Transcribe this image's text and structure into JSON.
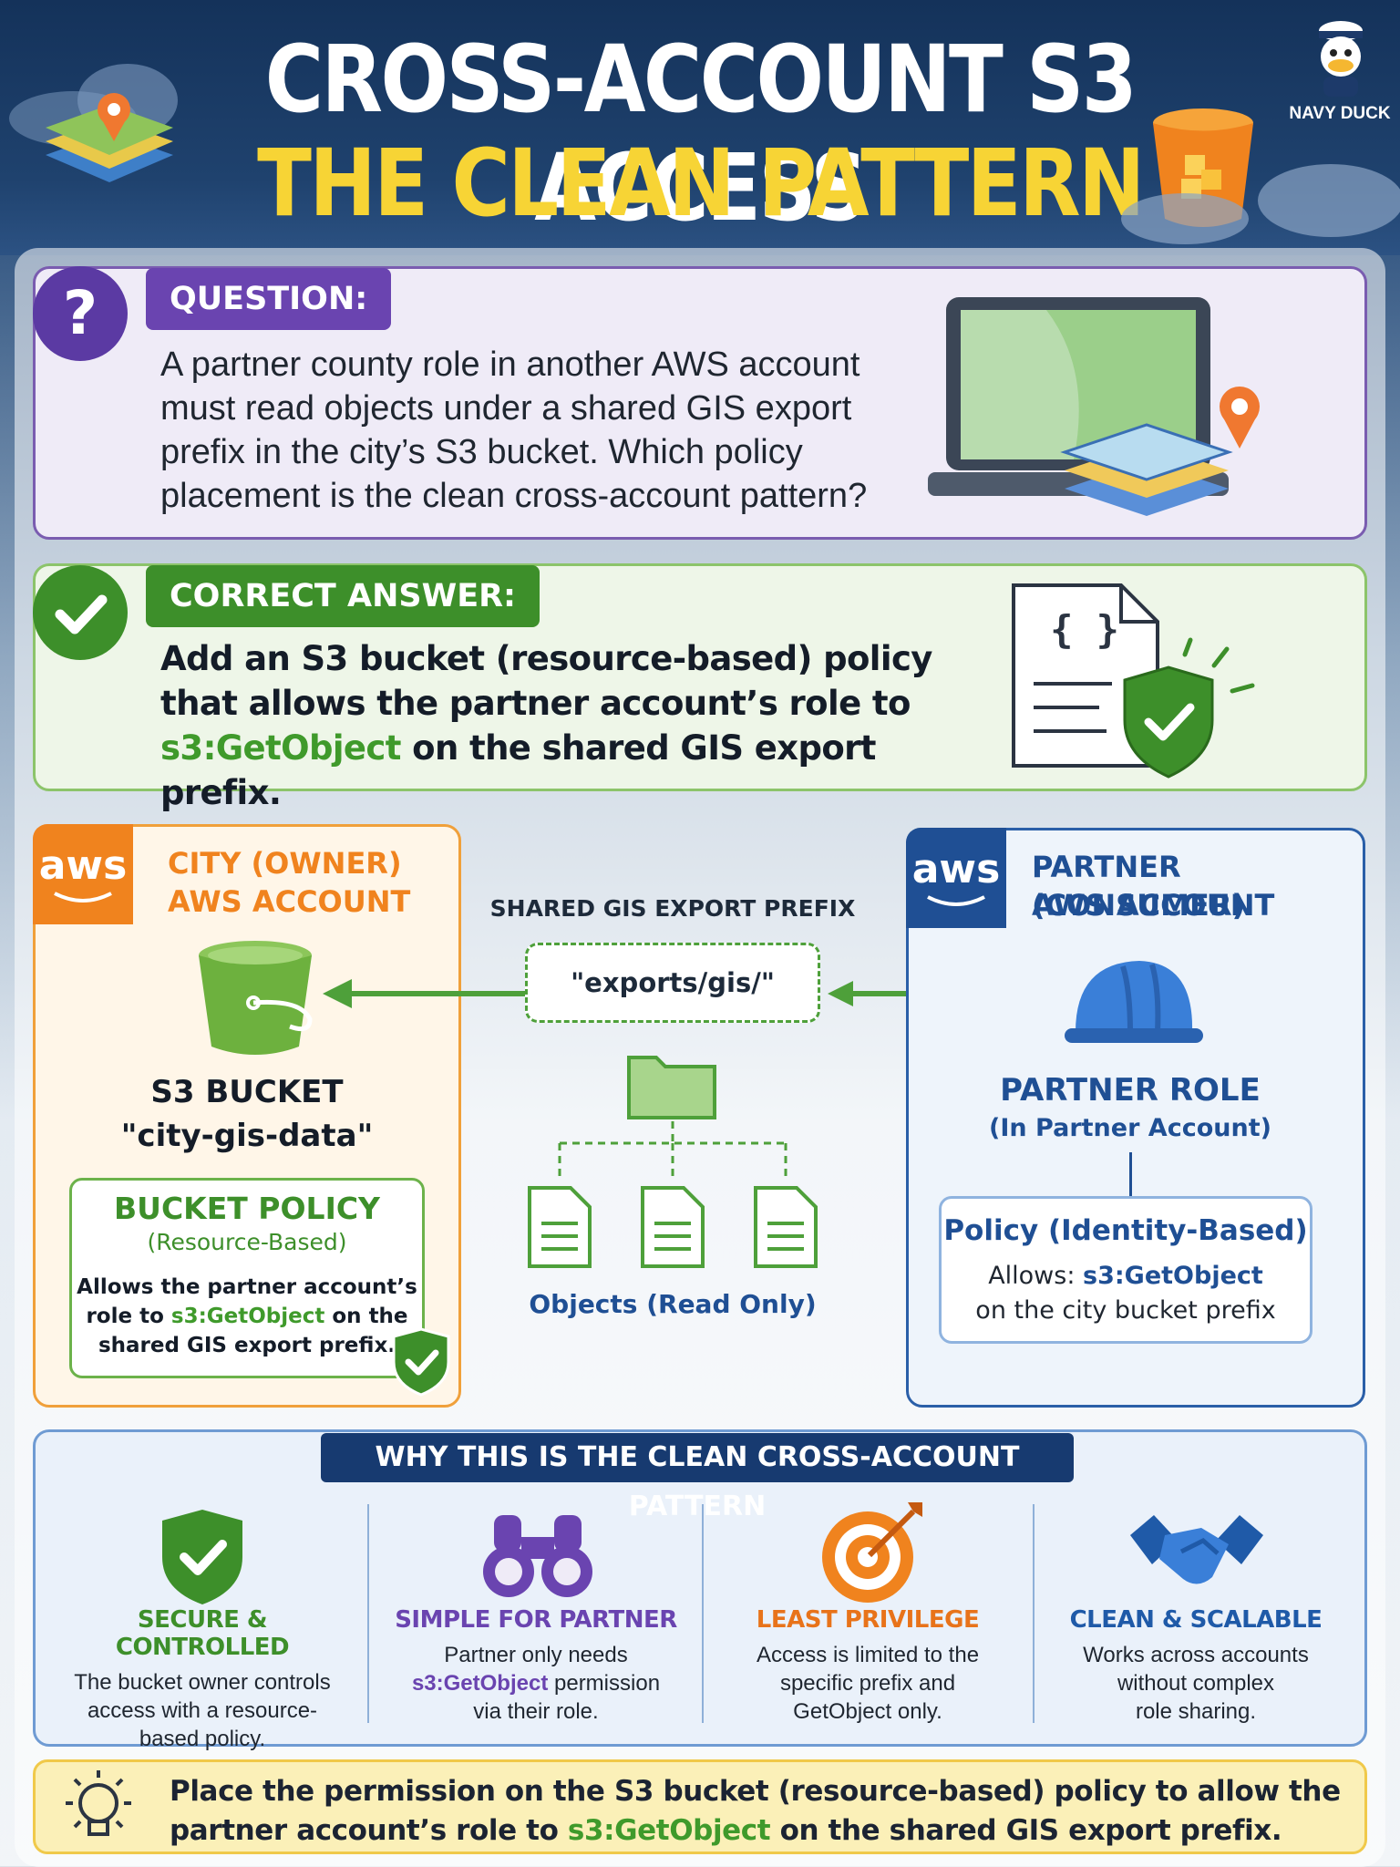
{
  "header": {
    "title_line1": "CROSS-ACCOUNT S3 ACCESS",
    "title_line2": "THE CLEAN PATTERN",
    "brand": "NAVY DUCK"
  },
  "question": {
    "label": "QUESTION:",
    "badge": "?",
    "text": "A partner county role in another AWS account must read objects under a shared GIS export prefix in the city’s S3 bucket. Which policy placement is the clean cross-account pattern?"
  },
  "answer": {
    "label": "CORRECT ANSWER:",
    "text_before": "Add an S3 bucket (resource-based) policy that allows the partner account’s role to ",
    "highlight": "s3:GetObject",
    "text_after": " on the shared GIS export prefix.",
    "doc_icon_text": "{ }"
  },
  "owner": {
    "aws": "aws",
    "account_line1": "CITY (OWNER)",
    "account_line2": "AWS ACCOUNT",
    "bucket_title": "S3 BUCKET",
    "bucket_name": "\"city-gis-data\"",
    "policy_title": "BUCKET POLICY",
    "policy_subtitle": "(Resource-Based)",
    "policy_text_1": "Allows the partner account’s",
    "policy_text_2a": "role to ",
    "policy_highlight": "s3:GetObject",
    "policy_text_2b": " on the",
    "policy_text_3": "shared GIS export prefix."
  },
  "shared": {
    "label": "SHARED GIS EXPORT PREFIX",
    "prefix": "\"exports/gis/\"",
    "objects_label": "Objects (Read Only)"
  },
  "partner": {
    "aws": "aws",
    "account_line1": "PARTNER (CONSUMER)",
    "account_line2": "AWS ACCOUNT",
    "role_title": "PARTNER ROLE",
    "role_subtitle": "(In Partner Account)",
    "policy_title": "Policy (Identity-Based)",
    "policy_allows": "Allows: ",
    "policy_highlight": "s3:GetObject",
    "policy_text": "on the city bucket prefix"
  },
  "why": {
    "heading": "WHY THIS IS THE CLEAN CROSS-ACCOUNT PATTERN",
    "items": [
      {
        "title": "SECURE & CONTROLLED",
        "l1": "The bucket owner controls",
        "l2": "access with a resource-",
        "l3": "based policy.",
        "icon": "shield-check-icon",
        "color": "#3d8f2a"
      },
      {
        "title": "SIMPLE FOR PARTNER",
        "l1": "Partner only needs",
        "l2a": "s3:GetObject",
        "l2b": " permission",
        "l3": "via their role.",
        "icon": "binoculars-icon",
        "color": "#6a44b0"
      },
      {
        "title": "LEAST PRIVILEGE",
        "l1": "Access is limited to the",
        "l2": "specific prefix and",
        "l3": "GetObject only.",
        "icon": "target-icon",
        "color": "#e8731a"
      },
      {
        "title": "CLEAN & SCALABLE",
        "l1": "Works across accounts",
        "l2": "without complex",
        "l3": "role sharing.",
        "icon": "handshake-icon",
        "color": "#1f5aa8"
      }
    ]
  },
  "footer": {
    "before": "Place the permission on the S3 bucket (resource-based) policy to allow the partner account’s role to ",
    "highlight": "s3:GetObject",
    "after": " on the shared GIS export prefix."
  },
  "colors": {
    "purple": "#6a44b0",
    "green": "#3f9a2b",
    "orange": "#f0831e",
    "blue": "#1f4f94",
    "yellow": "#f7d435"
  }
}
